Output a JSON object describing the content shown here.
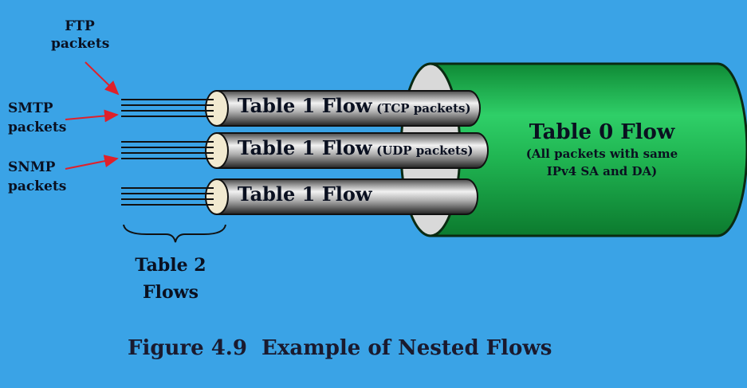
{
  "labels": {
    "ftp": [
      "FTP",
      "packets"
    ],
    "smtp": [
      "SMTP",
      "packets"
    ],
    "snmp": [
      "SNMP",
      "packets"
    ],
    "table2": [
      "Table 2",
      "Flows"
    ]
  },
  "pipes": [
    {
      "title": "Table 1 Flow",
      "sub": "(TCP packets)"
    },
    {
      "title": "Table 1 Flow",
      "sub": "(UDP packets)"
    },
    {
      "title": "Table 1 Flow",
      "sub": ""
    }
  ],
  "big_flow": {
    "title": "Table 0 Flow",
    "sub1": "(All packets with same",
    "sub2": "IPv4 SA and DA)"
  },
  "caption": "Figure 4.9  Example of Nested Flows",
  "colors": {
    "background": "#3aa3e6",
    "arrow": "#e0202a",
    "green": "#17a844"
  }
}
